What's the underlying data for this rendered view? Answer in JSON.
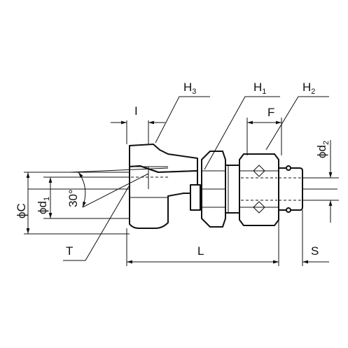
{
  "labels": {
    "h3": {
      "main": "H",
      "sub": "3"
    },
    "h1": {
      "main": "H",
      "sub": "1"
    },
    "h2": {
      "main": "H",
      "sub": "2"
    },
    "i": "I",
    "f": "F",
    "d2": {
      "main": "ϕd",
      "sub": "2"
    },
    "c": "ϕC",
    "d1": {
      "main": "ϕd",
      "sub": "1"
    },
    "angle": "30°",
    "t": "T",
    "l": "L",
    "s": "S"
  }
}
